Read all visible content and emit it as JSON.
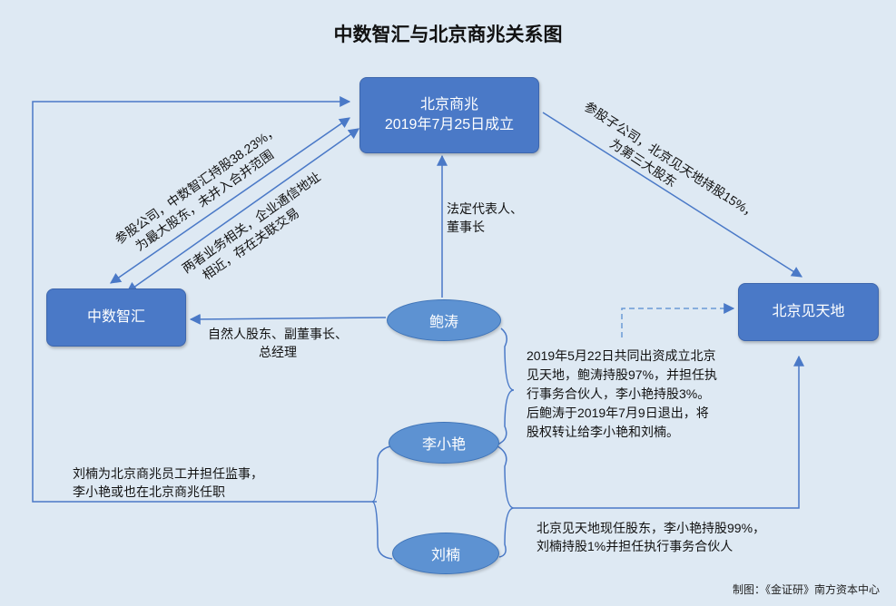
{
  "title": "中数智汇与北京商兆关系图",
  "nodes": {
    "beijing_shangzhao": {
      "line1": "北京商兆",
      "line2": "2019年7月25日成立"
    },
    "zhongshu_zhihui": "中数智汇",
    "beijing_jiantiandi": "北京见天地",
    "bao_tao": "鲍涛",
    "li_xiaoyan": "李小艳",
    "liu_nan": "刘楠"
  },
  "edge_labels": {
    "zhongshu_to_shangzhao": {
      "line1": "参股公司，中数智汇持股38.23%，",
      "line2": "为最大股东，未并入合并范围"
    },
    "business_related": {
      "line1": "两者业务相关，企业通信地址",
      "line2": "相近，存在关联交易"
    },
    "subsidiary_jiantiandi": {
      "line1": "参股子公司，北京见天地持股15%，",
      "line2": "为第三大股东"
    },
    "legal_rep": {
      "line1": "法定代表人、",
      "line2": "董事长"
    },
    "natural_person": {
      "line1": "自然人股东、副董事长、",
      "line2": "总经理"
    },
    "founded_note": {
      "line1": "2019年5月22日共同出资成立北京",
      "line2": "见天地，鲍涛持股97%，并担任执",
      "line3": "行事务合伙人，李小艳持股3%。",
      "line4": "后鲍涛于2019年7月9日退出，将",
      "line5": "股权转让给李小艳和刘楠。"
    },
    "liunan_note": {
      "line1": "刘楠为北京商兆员工并担任监事，",
      "line2": "李小艳或也在北京商兆任职"
    },
    "current_shareholders": {
      "line1": "北京见天地现任股东，李小艳持股99%，",
      "line2": "刘楠持股1%并担任执行事务合伙人"
    }
  },
  "credit": "制图：《金证研》南方资本中心",
  "colors": {
    "background": "#dee9f3",
    "box_fill": "#4a79c7",
    "ellipse_fill": "#5d92d2",
    "line": "#4a79c7"
  }
}
